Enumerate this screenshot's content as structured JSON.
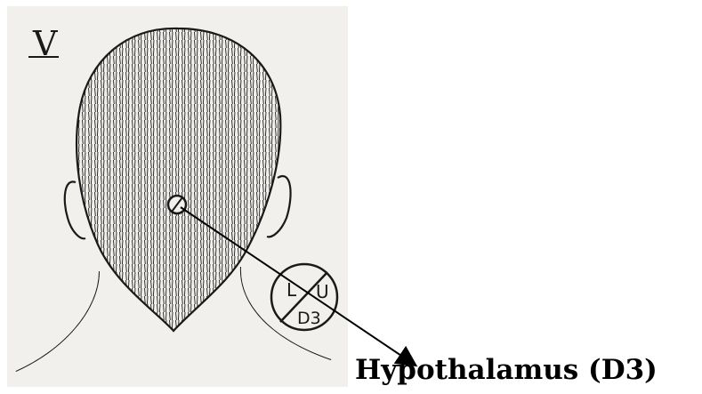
{
  "diagram": {
    "plate_numeral": "V",
    "symbol_labels": {
      "upper_left": "L",
      "upper_right": "U",
      "lower": "D3"
    },
    "caption": "Hypothalamus (D3)",
    "colors": {
      "paper": "#f2f0ed",
      "ink": "#1a1a1a",
      "arrow": "#000000",
      "background": "#ffffff"
    }
  }
}
